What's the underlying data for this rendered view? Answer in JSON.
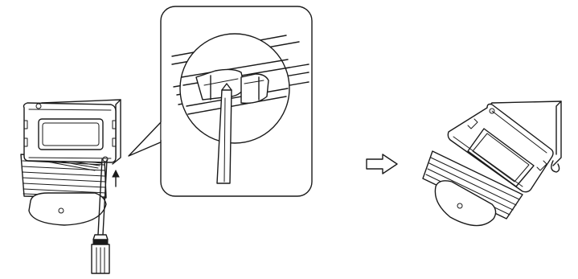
{
  "figure": {
    "panels": [
      {
        "name": "before-removal",
        "icons": [
          "mounting-bracket-icon",
          "sensor-unit-icon",
          "screwdriver-icon",
          "up-arrow-icon"
        ]
      },
      {
        "name": "detail-callout",
        "icons": [
          "latch-clip-icon",
          "screwdriver-tip-icon"
        ]
      },
      {
        "name": "after-removal",
        "icons": [
          "mounting-bracket-icon",
          "sensor-unit-tilted-icon"
        ]
      }
    ],
    "transition_icon": "right-arrow-icon"
  }
}
